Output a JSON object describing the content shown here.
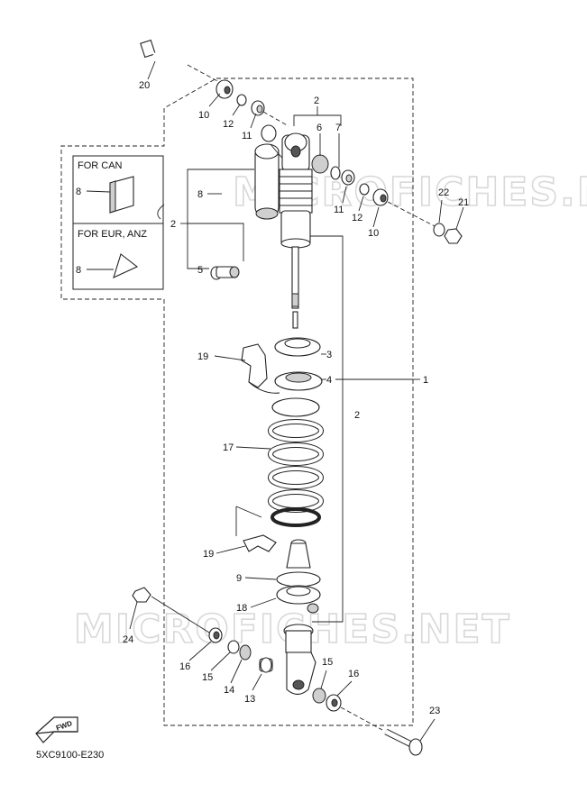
{
  "diagram_code": "5XC9100-E230",
  "fwd_label": "FWD",
  "watermark": "MICROFICHES.NET",
  "inset": {
    "top_label": "FOR CAN",
    "bottom_label": "FOR EUR, ANZ"
  },
  "callouts": [
    "20",
    "10",
    "12",
    "11",
    "2",
    "6",
    "7",
    "8",
    "8",
    "2",
    "5",
    "11",
    "12",
    "10",
    "22",
    "21",
    "8",
    "3",
    "4",
    "1",
    "19",
    "2",
    "17",
    "19",
    "9",
    "18",
    "24",
    "16",
    "15",
    "14",
    "13",
    "15",
    "16",
    "23"
  ]
}
